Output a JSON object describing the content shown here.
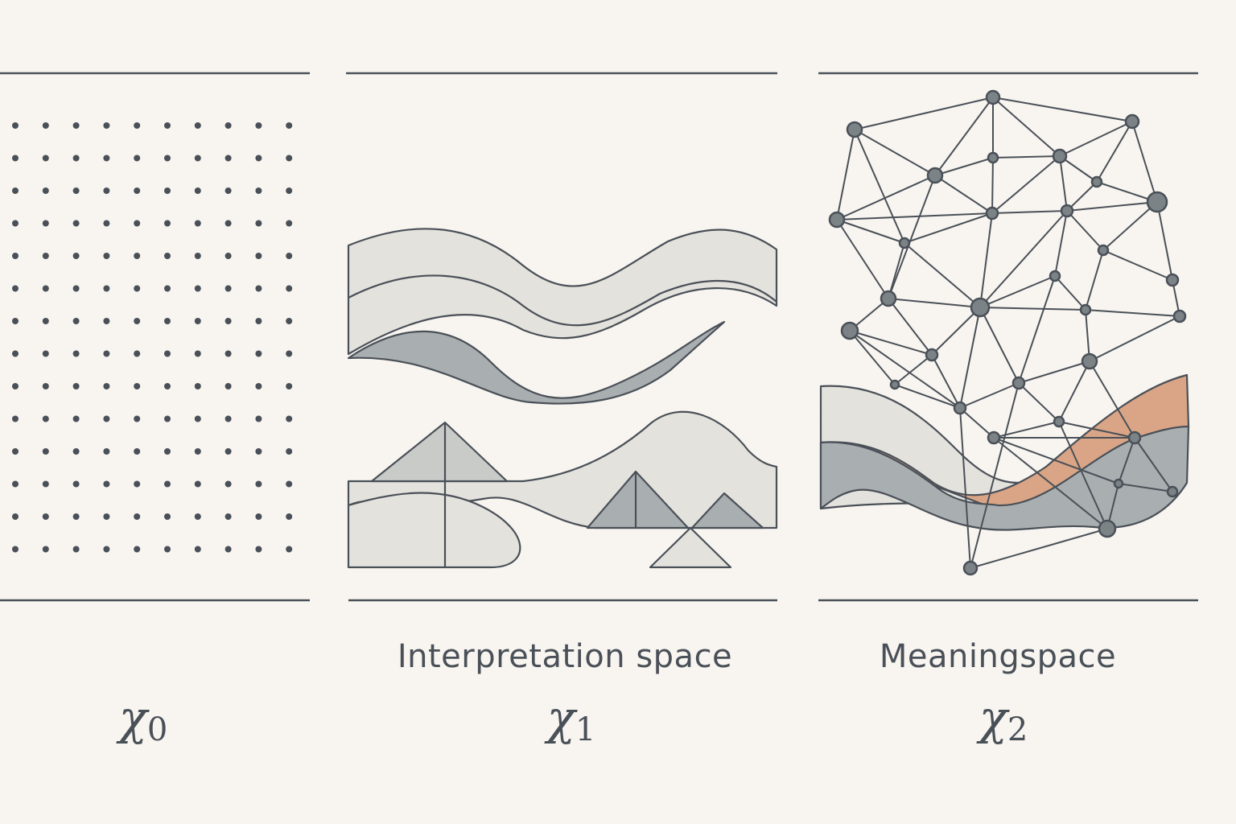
{
  "panels": [
    {
      "id": "x0",
      "caption": "",
      "symbol": "χ",
      "subscript": "0",
      "kind": "dot-grid"
    },
    {
      "id": "x1",
      "caption": "Interpretation space",
      "symbol": "χ",
      "subscript": "1",
      "kind": "waves-and-triangles"
    },
    {
      "id": "x2",
      "caption": "Meaningspace",
      "symbol": "χ",
      "subscript": "2",
      "kind": "network-graph"
    }
  ],
  "colors": {
    "background": "#f8f5f0",
    "ink": "#4a5058",
    "light_fill": "#e4e2dd",
    "mid_fill": "#c9cbc8",
    "dark_fill": "#a9afb0",
    "accent": "#d9a586",
    "node": "#7c8387"
  }
}
